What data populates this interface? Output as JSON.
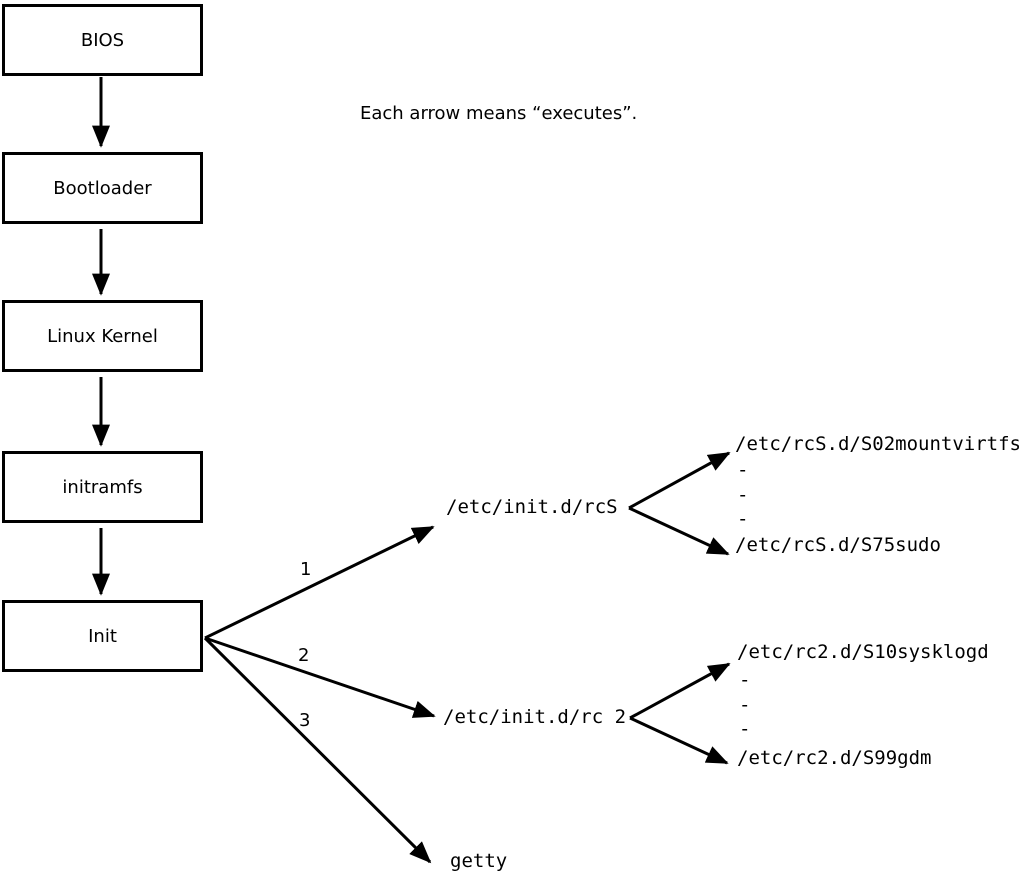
{
  "note": {
    "text": "Each arrow means “executes”."
  },
  "chain": {
    "boxes": [
      {
        "label": "BIOS"
      },
      {
        "label": "Bootloader"
      },
      {
        "label": "Linux Kernel"
      },
      {
        "label": "initramfs"
      },
      {
        "label": "Init"
      }
    ]
  },
  "branches": [
    {
      "number": "1",
      "script": "/etc/init.d/rcS",
      "targets": [
        "/etc/rcS.d/S02mountvirtfs",
        "-",
        "-",
        "-",
        "/etc/rcS.d/S75sudo"
      ]
    },
    {
      "number": "2",
      "script": "/etc/init.d/rc 2",
      "targets": [
        "/etc/rc2.d/S10sysklogd",
        "-",
        "-",
        "-",
        "/etc/rc2.d/S99gdm"
      ]
    },
    {
      "number": "3",
      "script": "getty",
      "targets": []
    }
  ],
  "colors": {
    "line": "#000000",
    "background": "#ffffff",
    "box_border": "#000000"
  }
}
